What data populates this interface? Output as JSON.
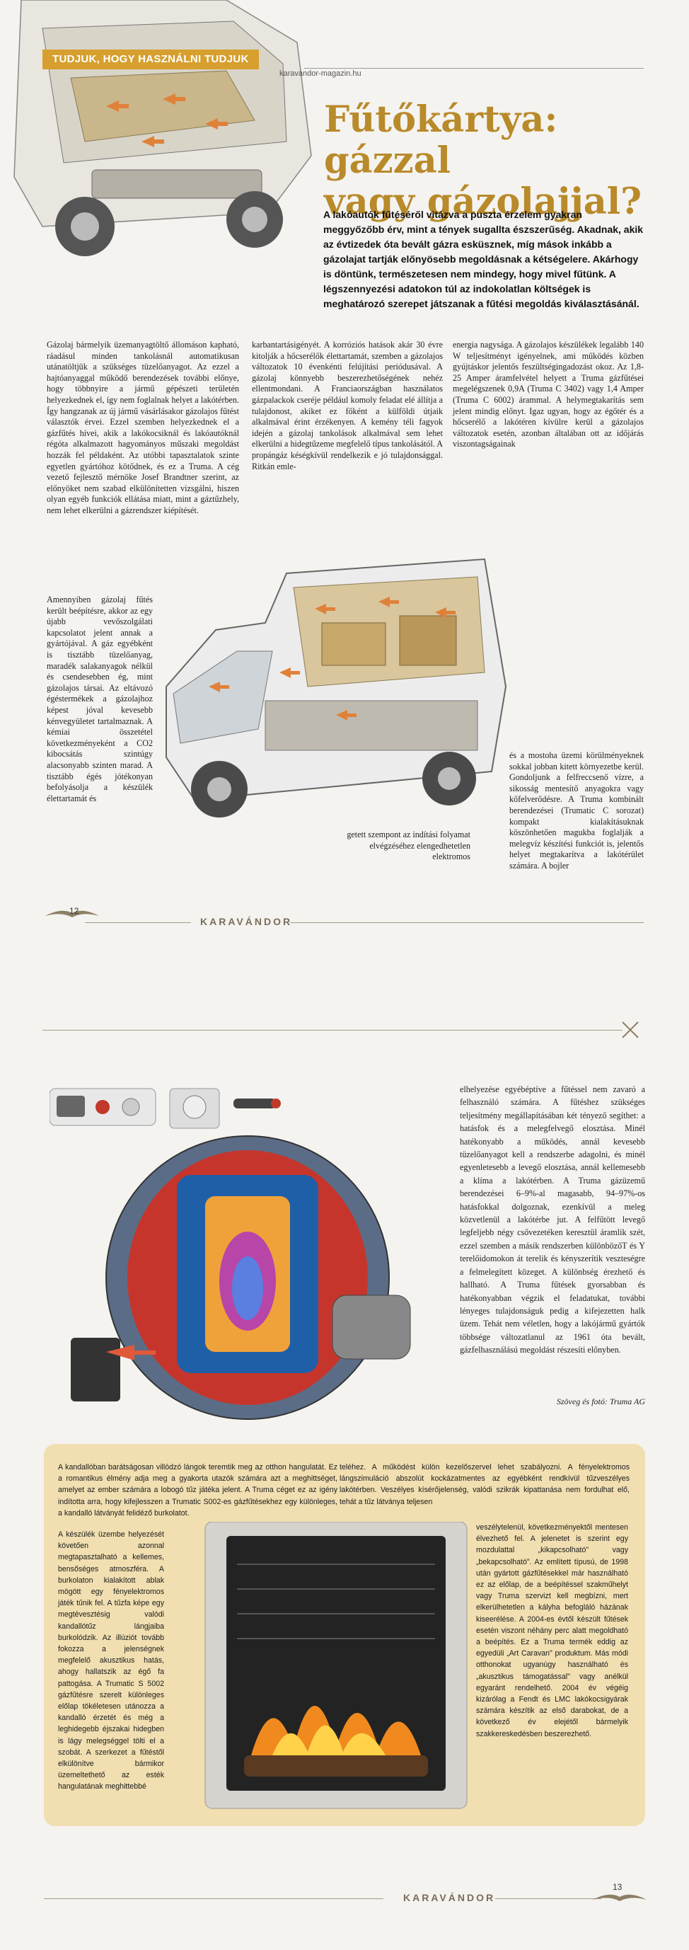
{
  "header": {
    "section_tag": "TUDJUK, HOGY HASZNÁLNI TUDJUK",
    "site": "karavandor-magazin.hu"
  },
  "article": {
    "title_line1": "Fűtőkártya: gázzal",
    "title_line2": "vagy gázolajjal?",
    "lead": "A lakóautók fűtéséről vitázva a puszta érzelem gyakran meggyőzőbb érv, mint a tények sugallta észszerűség. Akadnak, akik az évtizedek óta bevált gázra esküsznek, míg mások inkább a gázolajat tartják előnyösebb megoldásnak a kétségelere. Akárhogy is döntünk, természetesen nem mindegy, hogy mivel fűtünk. A légszennyezési adatokon túl az indokolatlan költségek is meghatározó szerepet játszanak a fűtési megoldás kiválasztásánál.",
    "col1": "Gázolaj bármelyik üzemanyagtöltő állomáson kapható, ráadásul minden tankolásnál automatikusan utánatöltjük a szükséges tüzelőanyagot. Az ezzel a hajtóanyaggal működő berendezések további előnye, hogy többnyire a jármű gépészeti területén helyezkednek el, így nem foglalnak helyet a lakótérben. Így hangzanak az új jármű vásárlásakor gázolajos fűtést választók érvei. Ezzel szemben helyezkednek el a gázfűtés hívei, akik a lakókocsiknál és lakóautóknál régóta alkalmazott hagyományos műszaki megoldást hozzák fel példaként. Az utóbbi tapasztalatok szinte egyetlen gyártóhoz kötődnek, és ez a Truma. A cég vezető fejlesztő mérnöke Josef Brandtner szerint, az előnyöket nem szabad elkülönítetten vizsgálni, hiszen olyan egyéb funkciók ellátása miatt, mint a gáztűzhely, nem lehet elkerülni a gázrendszer kiépítését.",
    "col1b": "Amennyiben gázolaj fűtés került beépítésre, akkor az egy újabb vevőszolgálati kapcsolatot jelent annak a gyártójával. A gáz egyébként is tisztább tüzelőanyag, maradék salakanyagok nélkül és csendesebben ég, mint gázolajos társai. Az eltávozó égéstermékek a gázolajhoz képest jóval kevesebb kénvegyületet tartalmaznak. A kémiai összetétel következményeként a CO2 kibocsátás szintúgy alacsonyabb szinten marad. A tisztább égés jótékonyan befolyásolja a készülék élettartamát és",
    "col2": "karbantartásigényét. A korróziós hatások akár 30 évre kitolják a hőcserélők élettartamát, szemben a gázolajos változatok 10 évenkénti felújítási periódusával. A gázolaj könnyebb beszerezhetőségének nehéz ellentmondani. A Franciaországban használatos gázpalackok cseréje például komoly feladat elé állítja a tulajdonost, akiket ez főként a külföldi útjaik alkalmával érint érzékenyen. A kemény téli fagyok idején a gázolaj tankolások alkalmával sem lehet elkerülni a hidegtűzeme megfelelő típus tankolásától. A propángáz késégkívül rendelkezik e jó tulajdonsággal. Ritkán emle-",
    "col2b": "getett szempont az indítási folyamat elvégzéséhez elengedhetetlen elektromos",
    "col3": "energia nagysága. A gázolajos készülékek legalább 140 W teljesítményt igényelnek, ami működés közben gyújtáskor jelentős feszültségingadozást okoz. Az 1,8-25 Amper áramfelvétel helyett a Truma gázfűtései megelégszenek 0,9A (Truma C 3402) vagy 1,4 Amper (Truma C 6002) árammal. A helymegtakarítás sem jelent mindig előnyt. Igaz ugyan, hogy az égőtér és a hőcserélő a lakótéren kívülre kerül a gázolajos változatok esetén, azonban általában ott az időjárás viszontagságainak",
    "col3b": "és a mostoha üzemi körülményeknek sokkal jobban kitett környezetbe kerül. Gondoljunk a felfreccsenő vízre, a sikosság mentesítő anyagokra vagy kőfelverődésre. A Truma kombinált berendezései (Trumatic C sorozat) kompakt kialakításuknak köszönhetően magukba foglalják a melegvíz készítési funkciót is, jelentős helyet megtakarítva a lakótérület számára. A bojler",
    "col4": "elhelyezése egyébéptíve a fűtéssel nem zavaró a felhasználó számára. A fűtéshez szükséges teljesítmény megállapításában két tényező segíthet: a hatásfok és a melegfelvegő elosztása. Minél hatékonyabb a működés, annál kevesebb tüzelőanyagot kell a rendszerbe adagolni, és minél egyenletesebb a levegő elosztása, annál kellemesebb a klíma a lakótérben. A Truma gázüzemű berendezései 6–9%-al magasabb, 94–97%-os hatásfokkal dolgoznak, ezenkívül a meleg közvetlenül a lakótérbe jut. A felfűtött levegő legfeljebb négy csővezetéken keresztül áramlik szét, ezzel szemben a másik rendszerben különbözőT és Y terelőidomokon át terelik és kényszerítik veszteségre a felmelegített közeget. A különbség érezhető és hallható. A Truma fűtések gyorsabban és hatékonyabban végzik el feladatukat, további lényeges tulajdonságuk pedig a kifejezetten halk üzem. Tehát nem véletlen, hogy a lakójármű gyártók többsége változatlanul az 1961 óta bevált, gázfelhasználású megoldást részesíti előnyben.",
    "credit": "Szöveg és fotó: Truma AG"
  },
  "sidebar": {
    "col1": "A kandallóban barátságosan villódzó lángok teremtik meg az otthon hangulatát. Ez a romantikus élmény adja meg a gyakorta utazók számára azt a meghittséget, amelyet az ember számára a lobogó tűz játéka jelent. A Truma céget ez az igény indította arra, hogy kifejlesszen a Trumatic S002-es gázfűtésekhez egy különleges, a kandalló látványát felidéző burkolatot.",
    "col1b": "A készülék üzembe helyezését követően azonnal megtapasztalható a kellemes, bensőséges atmoszféra. A burkolaton kialakított ablak mögött egy fényelektromos játék tűnik fel. A tűzfa képe egy megtévesztésig valódi kandallótűz lángjaiba burkolódzik. Az illúziót tovább fokozza a jelenségnek megfelelő akusztikus hatás, ahogy hallatszik az égő fa pattogása. A Trumatic S 5002 gázfűtésre szerelt különleges előlap tökéletesen utánozza a kandalló érzetét és még a leghidegebb éjszakai hidegben is lágy melegséggel tölti el a szobát. A szerkezet a fűtéstől elkülönítve bármikor üzemeltethető az esték hangulatának meghittebbé",
    "col2": "teléhez. A működést külön kezelőszervel lehet szabályozni. A fényelektromos lángszimuláció abszolút kockázatmentes az egyébként rendkívül tűzveszélyes lakótérben. Veszélyes kísérőjelenség, valódi szikrák kipattanása nem fordulhat elő, tehát a tűz látványa teljesen",
    "col2b": "veszélytelenül, következményektől mentesen élvezhető fel. A jelenetet is szerint egy mozdulattal „kikapcsolható\" vagy „bekapcsolható\". Az említett típusú, de 1998 után gyártott gázfűtésekkel már használható ez az előlap, de a beépítéssel szakműhelyt vagy Truma szervizt kell megbízni, mert elkerülhetetlen a kályha befogláló házának kiseerélése. A 2004-es évtől készült fűtések esetén viszont néhány perc alatt megoldható a beépítés. Ez a Truma termék eddig az egyedüli „Art Caravan\" produktum. Más módi otthonokat ugyanúgy használható és „akusztikus támogatással\" vagy anélkül egyaránt rendelhető. 2004 év végéig kizárólag a Fendt és LMC lakókocsigyárak számára készítik az első darabokat, de a következő év elejétől bármelyik szakkereskedésben beszerezhető."
  },
  "footer": {
    "page_left": "12",
    "page_right": "13",
    "brand": "KARAVÁNDOR"
  },
  "colors": {
    "accent": "#d69f2e",
    "title": "#b98a2a",
    "box": "#f1dfb1",
    "page": "#f4f3f0"
  }
}
